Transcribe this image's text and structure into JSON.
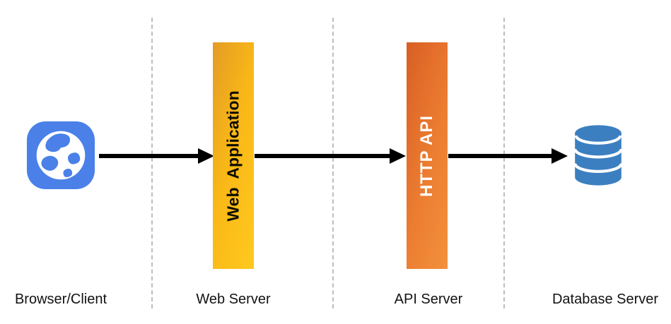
{
  "diagram": {
    "nodes": {
      "browser_icon": {
        "name": "browser-globe-icon"
      },
      "web_application_bar": {
        "label": "Web  Application"
      },
      "http_api_bar": {
        "label": "HTTP API"
      },
      "database_icon": {
        "name": "database-icon"
      }
    },
    "captions": {
      "browser": "Browser/Client",
      "web_server": "Web Server",
      "api_server": "API Server",
      "database_server": "Database Server"
    },
    "colors": {
      "browser_icon": "#4a80e8",
      "web_app_gradient_start": "#e49b26",
      "web_app_gradient_end": "#ffc91f",
      "http_api_gradient_start": "#d95f24",
      "http_api_gradient_end": "#f2913d",
      "database_icon": "#3b7fc0",
      "arrow": "#000000",
      "separator": "#bdbdbd"
    }
  }
}
